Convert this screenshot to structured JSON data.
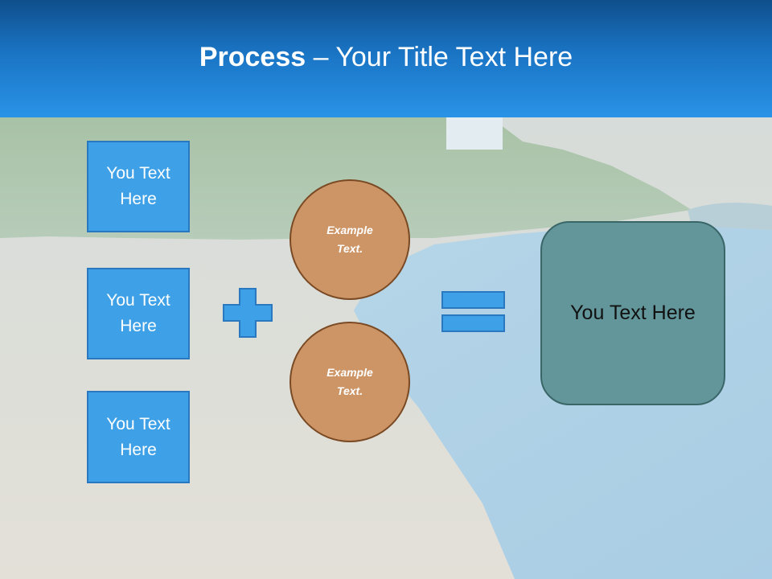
{
  "header": {
    "title_bold": "Process",
    "title_rest": " – Your Title Text Here"
  },
  "inputs": {
    "box1": "You Text Here",
    "box2": "You Text Here",
    "box3": "You Text Here"
  },
  "circles": {
    "c1": "Example Text.",
    "c2": "Example Text."
  },
  "result": {
    "label": "You Text Here"
  },
  "icons": {
    "plus": "plus-icon",
    "equals": "equals-icon"
  },
  "colors": {
    "header": "#1a74c4",
    "box_fill": "#3ea0e6",
    "circle_fill": "#cd9566",
    "result_fill": "#62969a"
  }
}
